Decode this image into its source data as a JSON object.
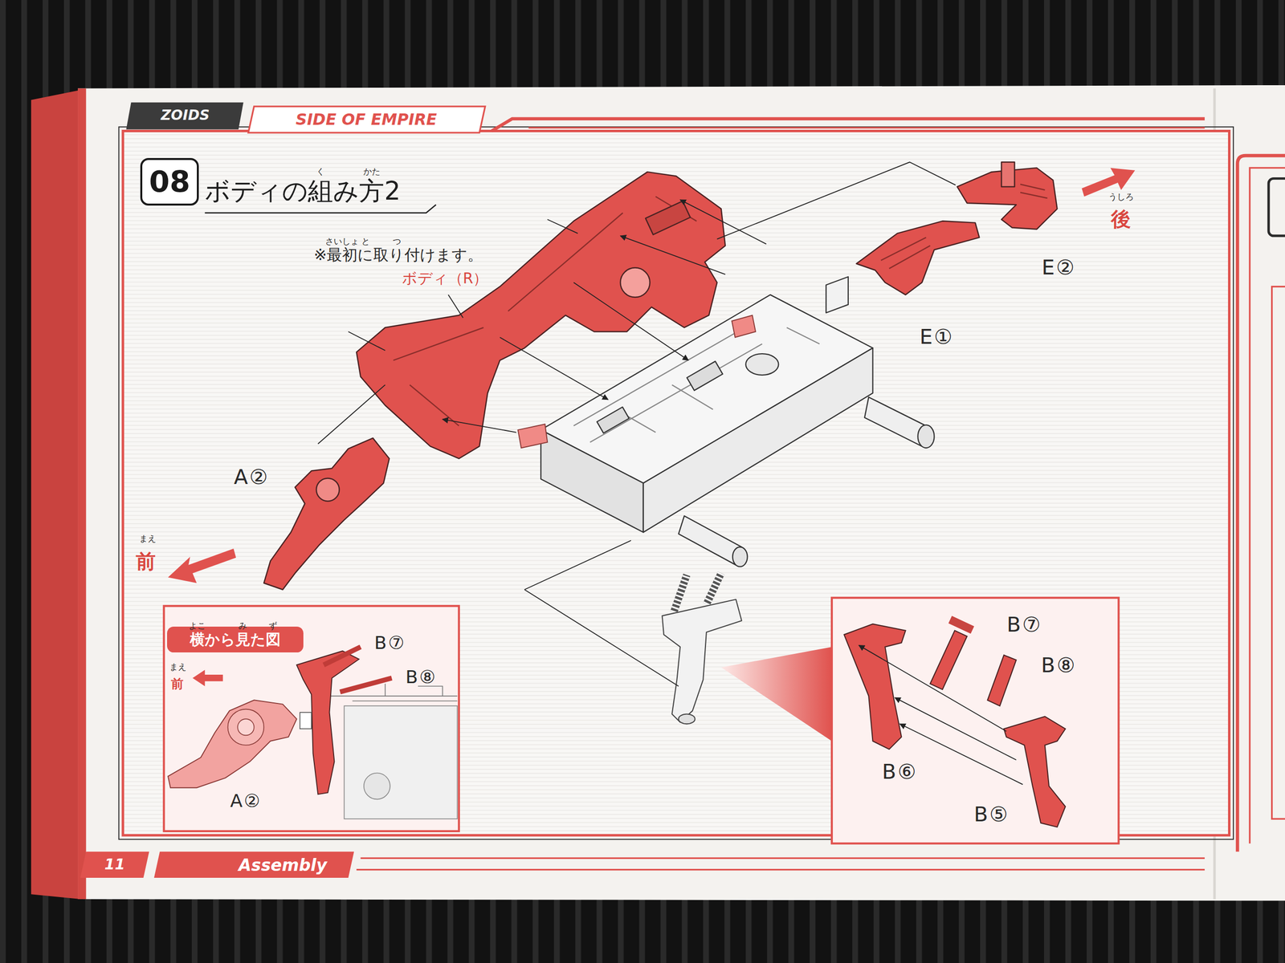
{
  "diagram": {
    "title": "ボディの組み方2",
    "nodes": [
      {
        "text": [
          "08"
        ]
      },
      {
        "text": [
          "横から見た図"
        ]
      }
    ],
    "labels": [
      "く",
      "かた",
      "さいしょ",
      "と",
      "つ",
      "※最初に取り付けます。",
      "ボディ（R）",
      "E②",
      "うしろ",
      "後",
      "E①",
      "A②",
      "まえ",
      "前",
      "よこ",
      "み",
      "ず",
      "まえ",
      "前",
      "B⑦",
      "B⑧",
      "A②",
      "B⑦",
      "B⑧",
      "B⑥",
      "B⑤",
      "ZOIDS",
      "SIDE OF EMPIRE",
      "11",
      "Assembly"
    ]
  }
}
